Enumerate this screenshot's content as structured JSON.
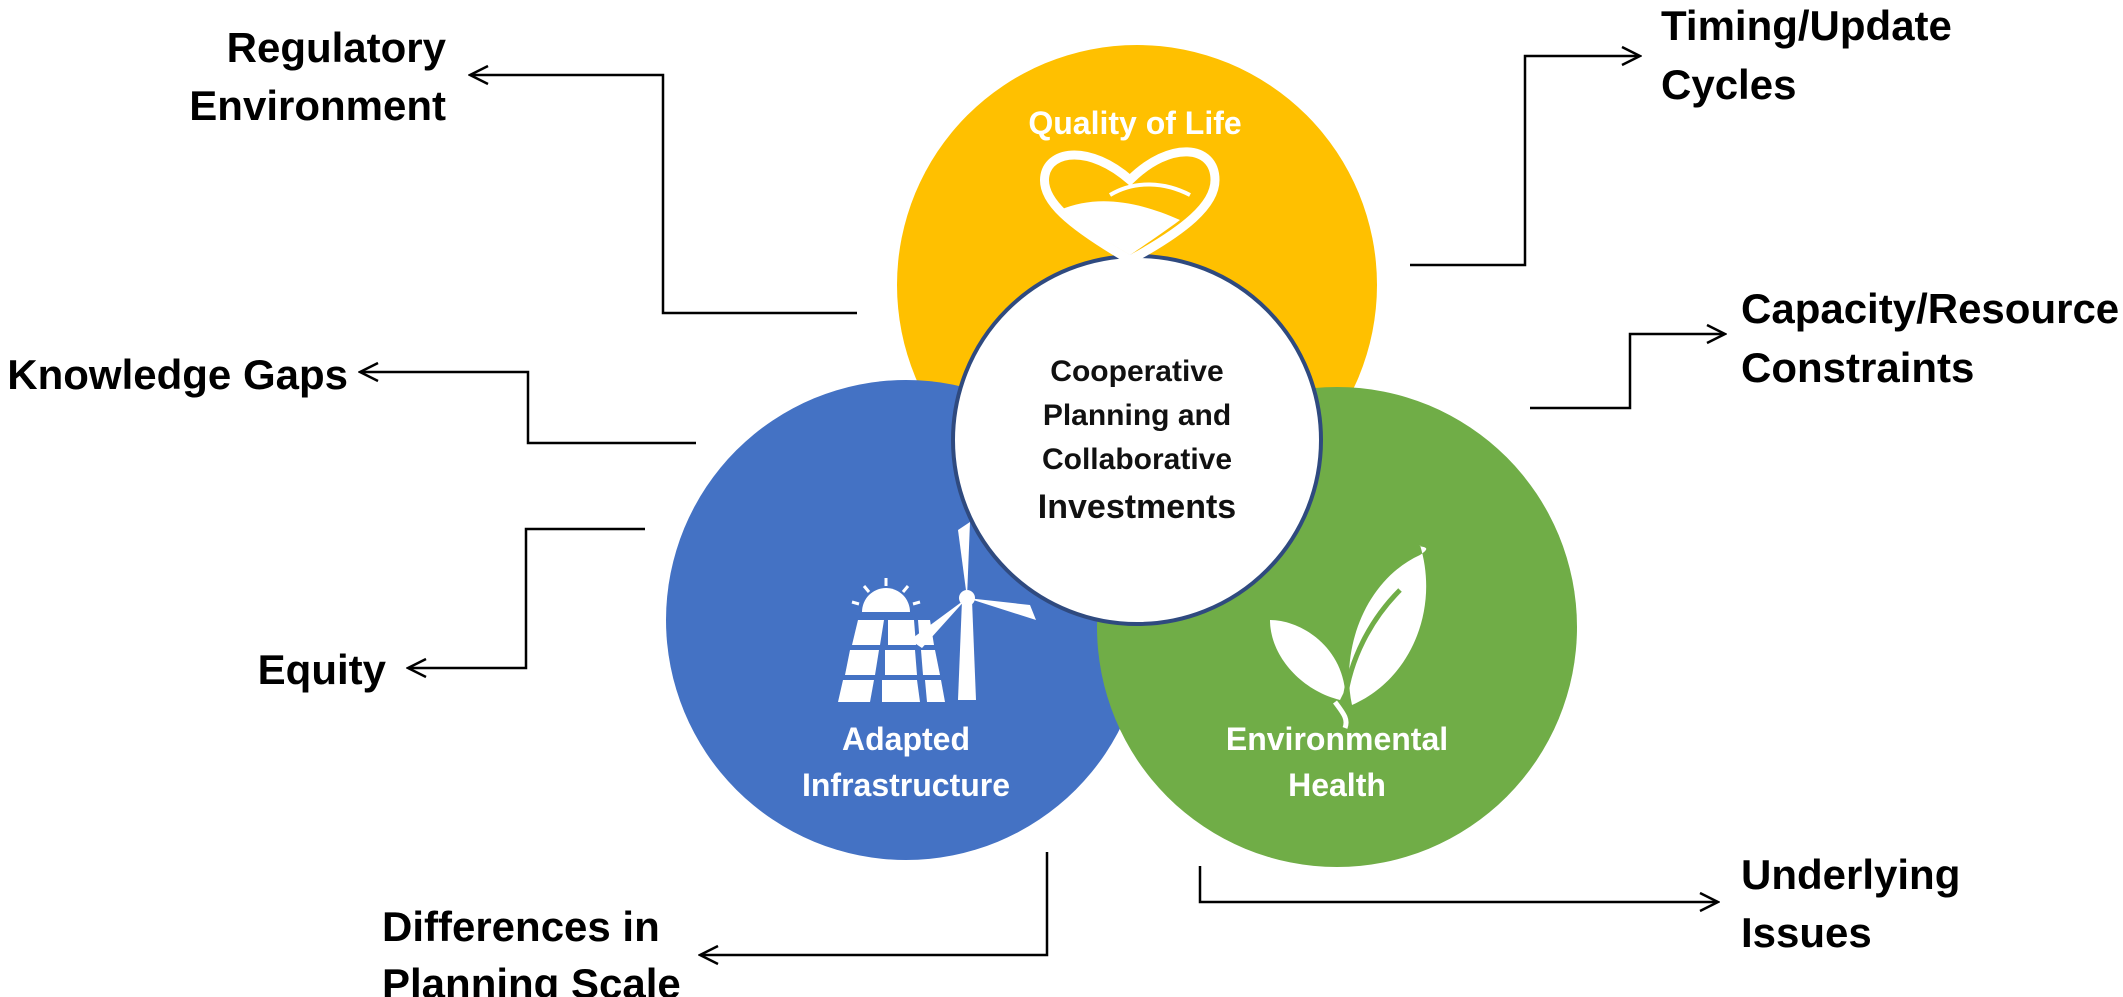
{
  "colors": {
    "quality": "#FFC000",
    "infrastructure": "#4472C4",
    "environment": "#70AD47",
    "center_border": "#2F4A7F",
    "arrow": "#000000"
  },
  "center": {
    "line1": "Cooperative",
    "line2": "Planning and",
    "line3": "Collaborative",
    "line4": "Investments"
  },
  "circles": {
    "quality": {
      "label": "Quality of Life",
      "icon": "heart-leaf-icon"
    },
    "infrastructure": {
      "line1": "Adapted",
      "line2": "Infrastructure",
      "icon": "solar-wind-icon"
    },
    "environment": {
      "line1": "Environmental",
      "line2": "Health",
      "icon": "leaves-icon"
    }
  },
  "challenges": {
    "regulatory": {
      "line1": "Regulatory",
      "line2": "Environment"
    },
    "knowledge": {
      "line1": "Knowledge Gaps"
    },
    "equity": {
      "line1": "Equity"
    },
    "planning_scale": {
      "line1": "Differences in",
      "line2": "Planning Scale"
    },
    "timing": {
      "line1": "Timing/Update",
      "line2": "Cycles"
    },
    "capacity": {
      "line1": "Capacity/Resource",
      "line2": "Constraints"
    },
    "underlying": {
      "line1": "Underlying",
      "line2": "Issues"
    }
  }
}
